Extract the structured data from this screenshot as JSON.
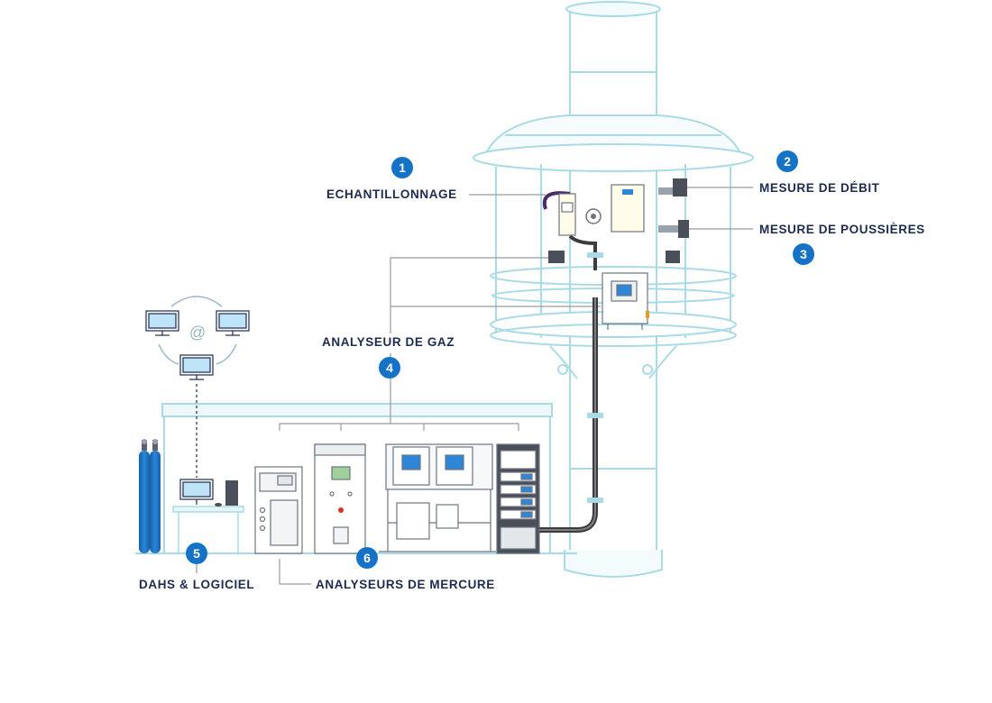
{
  "callouts": [
    {
      "number": "1",
      "label": "ECHANTILLONNAGE"
    },
    {
      "number": "2",
      "label": "MESURE DE DÉBIT"
    },
    {
      "number": "3",
      "label": "MESURE DE POUSSIÈRES"
    },
    {
      "number": "4",
      "label": "ANALYSEUR DE GAZ"
    },
    {
      "number": "5",
      "label": "DAHS & LOGICIEL"
    },
    {
      "number": "6",
      "label": "ANALYSEURS DE MERCURE"
    }
  ],
  "network_symbol": "@",
  "colors": {
    "outline": "#a9dbe6",
    "fill_light": "#eef8fb",
    "badge": "#1473c6",
    "text": "#1d2b4f",
    "leader": "#9a9a9a",
    "cylinder": "#1d6fc1",
    "cable": "#3c3c3c",
    "screen": "#2f86d6",
    "rack": "#4a4f5a"
  }
}
